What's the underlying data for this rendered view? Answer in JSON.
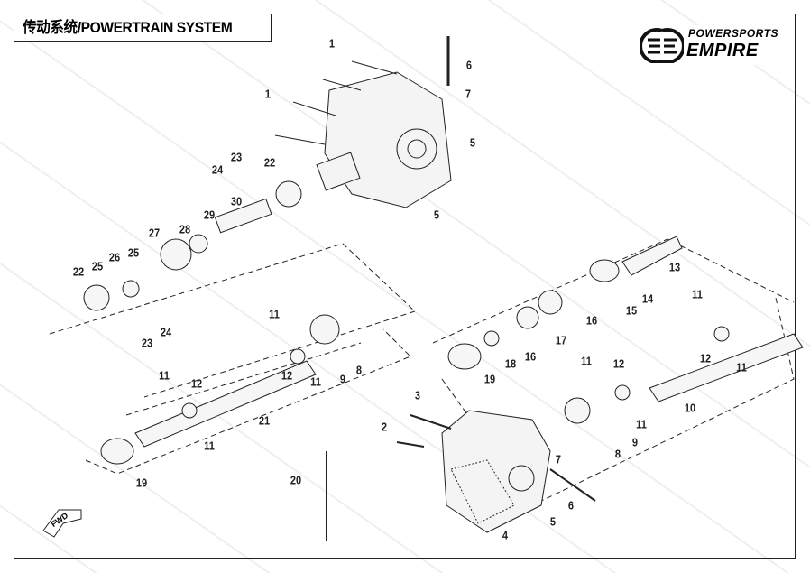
{
  "title": "传动系统/POWERTRAIN SYSTEM",
  "logo": {
    "line1": "POWERSPORTS",
    "line2": "EMPIRE"
  },
  "watermark": "POWERSPORTS EMPIRE",
  "fwd_label": "FWD",
  "callouts": [
    "1",
    "1",
    "6",
    "7",
    "5",
    "5",
    "22",
    "23",
    "24",
    "30",
    "29",
    "28",
    "27",
    "26",
    "25",
    "25",
    "22",
    "23",
    "24",
    "13",
    "14",
    "15",
    "16",
    "17",
    "16",
    "18",
    "19",
    "11",
    "12",
    "11",
    "10",
    "12",
    "11",
    "11",
    "9",
    "8",
    "11",
    "11",
    "12",
    "9",
    "8",
    "11",
    "12",
    "11",
    "21",
    "19",
    "20",
    "3",
    "2",
    "7",
    "6",
    "5",
    "4"
  ]
}
